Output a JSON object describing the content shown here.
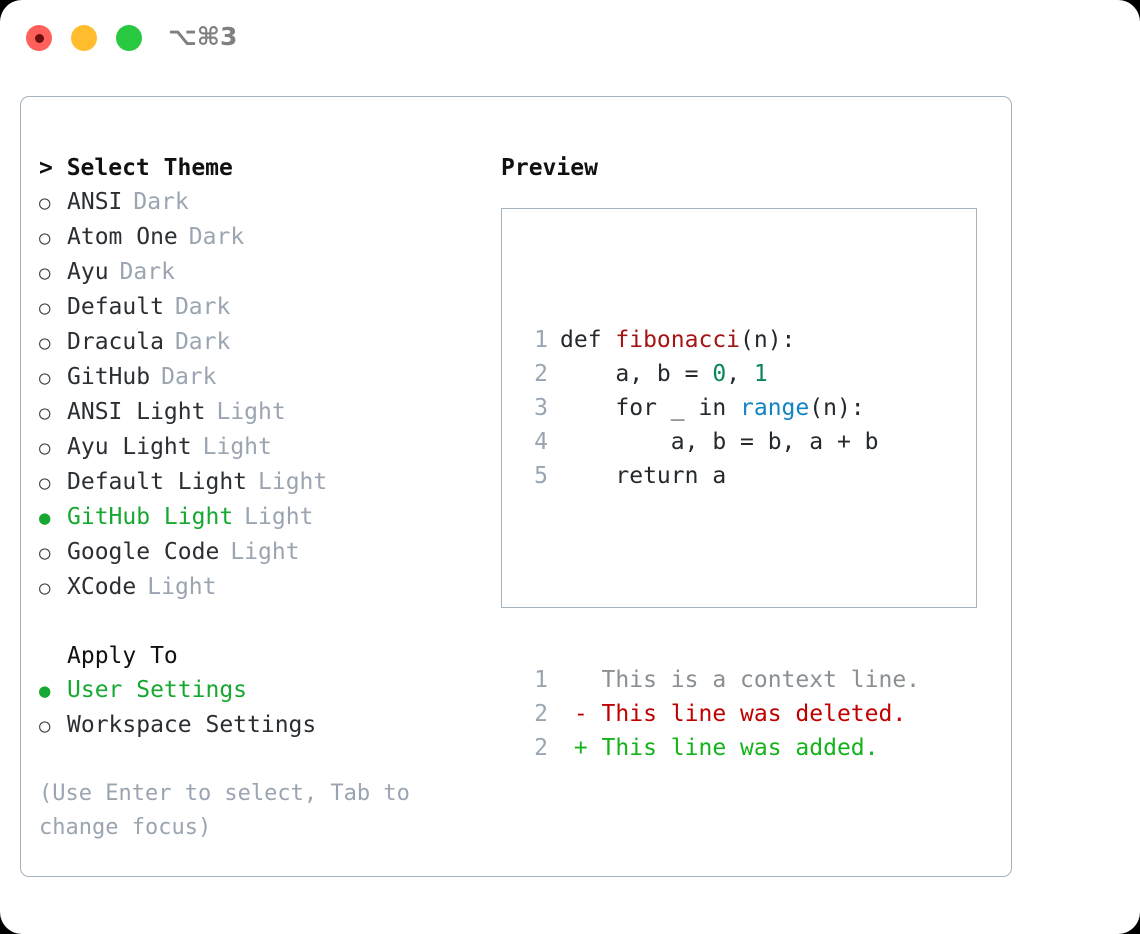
{
  "titlebar": {
    "shortcut": "⌥⌘3",
    "lights": [
      "close",
      "minimize",
      "maximize"
    ]
  },
  "theme_section": {
    "header": "> Select Theme",
    "items": [
      {
        "label": "ANSI",
        "tag": "Dark",
        "selected": false,
        "marker": "○"
      },
      {
        "label": "Atom One",
        "tag": "Dark",
        "selected": false,
        "marker": "○"
      },
      {
        "label": "Ayu",
        "tag": "Dark",
        "selected": false,
        "marker": "○"
      },
      {
        "label": "Default",
        "tag": "Dark",
        "selected": false,
        "marker": "○"
      },
      {
        "label": "Dracula",
        "tag": "Dark",
        "selected": false,
        "marker": "○"
      },
      {
        "label": "GitHub",
        "tag": "Dark",
        "selected": false,
        "marker": "○"
      },
      {
        "label": "ANSI Light",
        "tag": "Light",
        "selected": false,
        "marker": "○"
      },
      {
        "label": "Ayu Light",
        "tag": "Light",
        "selected": false,
        "marker": "○"
      },
      {
        "label": "Default Light",
        "tag": "Light",
        "selected": false,
        "marker": "○"
      },
      {
        "label": "GitHub Light",
        "tag": "Light",
        "selected": true,
        "marker": "●"
      },
      {
        "label": "Google Code",
        "tag": "Light",
        "selected": false,
        "marker": "○"
      },
      {
        "label": "XCode",
        "tag": "Light",
        "selected": false,
        "marker": "○"
      }
    ]
  },
  "apply_section": {
    "header": "Apply To",
    "items": [
      {
        "label": "User Settings",
        "selected": true,
        "marker": "●"
      },
      {
        "label": "Workspace Settings",
        "selected": false,
        "marker": "○"
      }
    ]
  },
  "hint": "(Use Enter to select, Tab to change focus)",
  "preview": {
    "title": "Preview",
    "code_lines": [
      {
        "n": "1",
        "parts": [
          {
            "t": "def ",
            "c": "plain"
          },
          {
            "t": "fibonacci",
            "c": "fn"
          },
          {
            "t": "(n):",
            "c": "plain"
          }
        ]
      },
      {
        "n": "2",
        "parts": [
          {
            "t": "    a, b = ",
            "c": "plain"
          },
          {
            "t": "0",
            "c": "num"
          },
          {
            "t": ", ",
            "c": "plain"
          },
          {
            "t": "1",
            "c": "num"
          }
        ]
      },
      {
        "n": "3",
        "parts": [
          {
            "t": "    for _ in ",
            "c": "plain"
          },
          {
            "t": "range",
            "c": "bi"
          },
          {
            "t": "(n):",
            "c": "plain"
          }
        ]
      },
      {
        "n": "4",
        "parts": [
          {
            "t": "        a, b = b, a + b",
            "c": "plain"
          }
        ]
      },
      {
        "n": "5",
        "parts": [
          {
            "t": "    return a",
            "c": "plain"
          }
        ]
      }
    ],
    "diff_lines": [
      {
        "n": "1",
        "sign": " ",
        "text": "This is a context line.",
        "kind": "ctx"
      },
      {
        "n": "2",
        "sign": "-",
        "text": "This line was deleted.",
        "kind": "del"
      },
      {
        "n": "2",
        "sign": "+",
        "text": "This line was added.",
        "kind": "add"
      }
    ]
  },
  "colors": {
    "accent_green": "#16a831",
    "muted": "#9aa5b1",
    "border": "#a7b2bf",
    "syntax_function": "#a31515",
    "syntax_number": "#098658",
    "syntax_builtin": "#1283c3",
    "diff_deleted": "#c00000",
    "diff_added": "#14b31c"
  }
}
